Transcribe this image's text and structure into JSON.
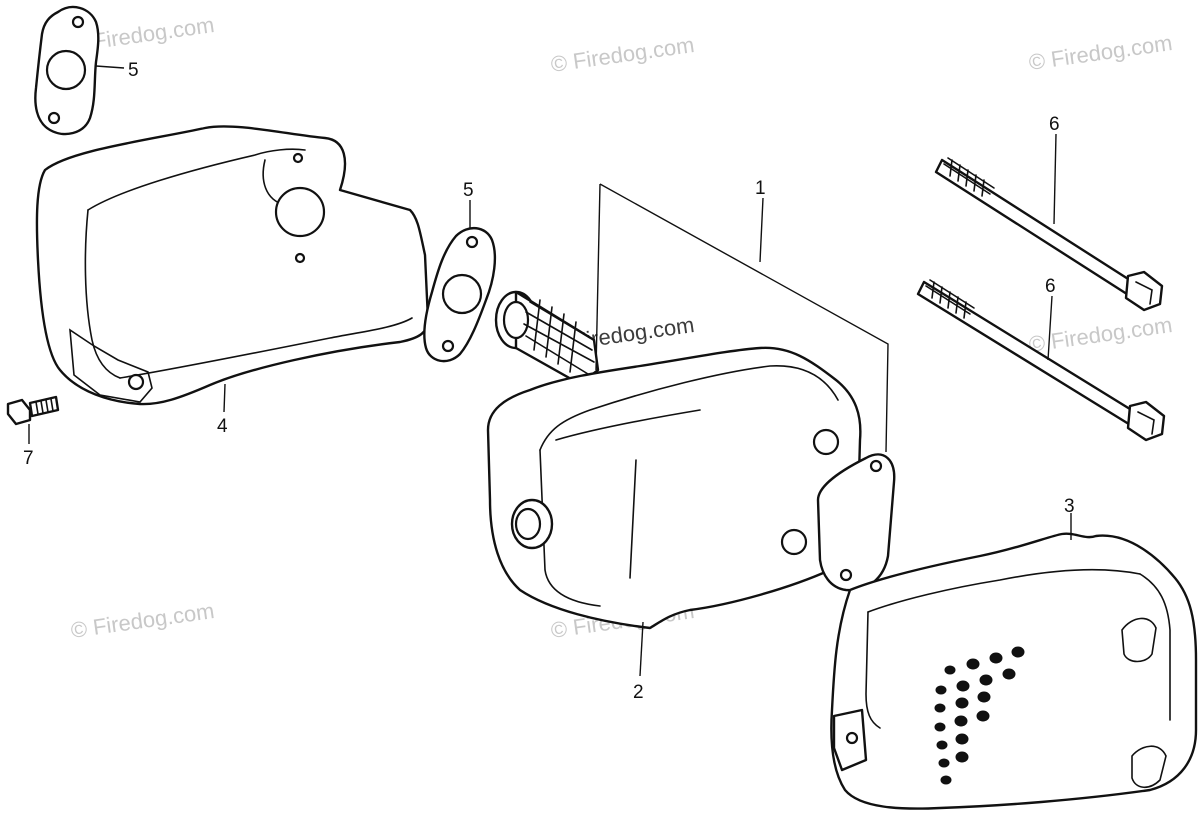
{
  "watermark_text": "© Firedog.com",
  "callouts": {
    "gasket_top": "5",
    "gasket_mid": "5",
    "muffler_set": "1",
    "muffler": "2",
    "protector": "3",
    "cover": "4",
    "bolt_upper": "6",
    "bolt_lower": "6",
    "screw": "7"
  }
}
